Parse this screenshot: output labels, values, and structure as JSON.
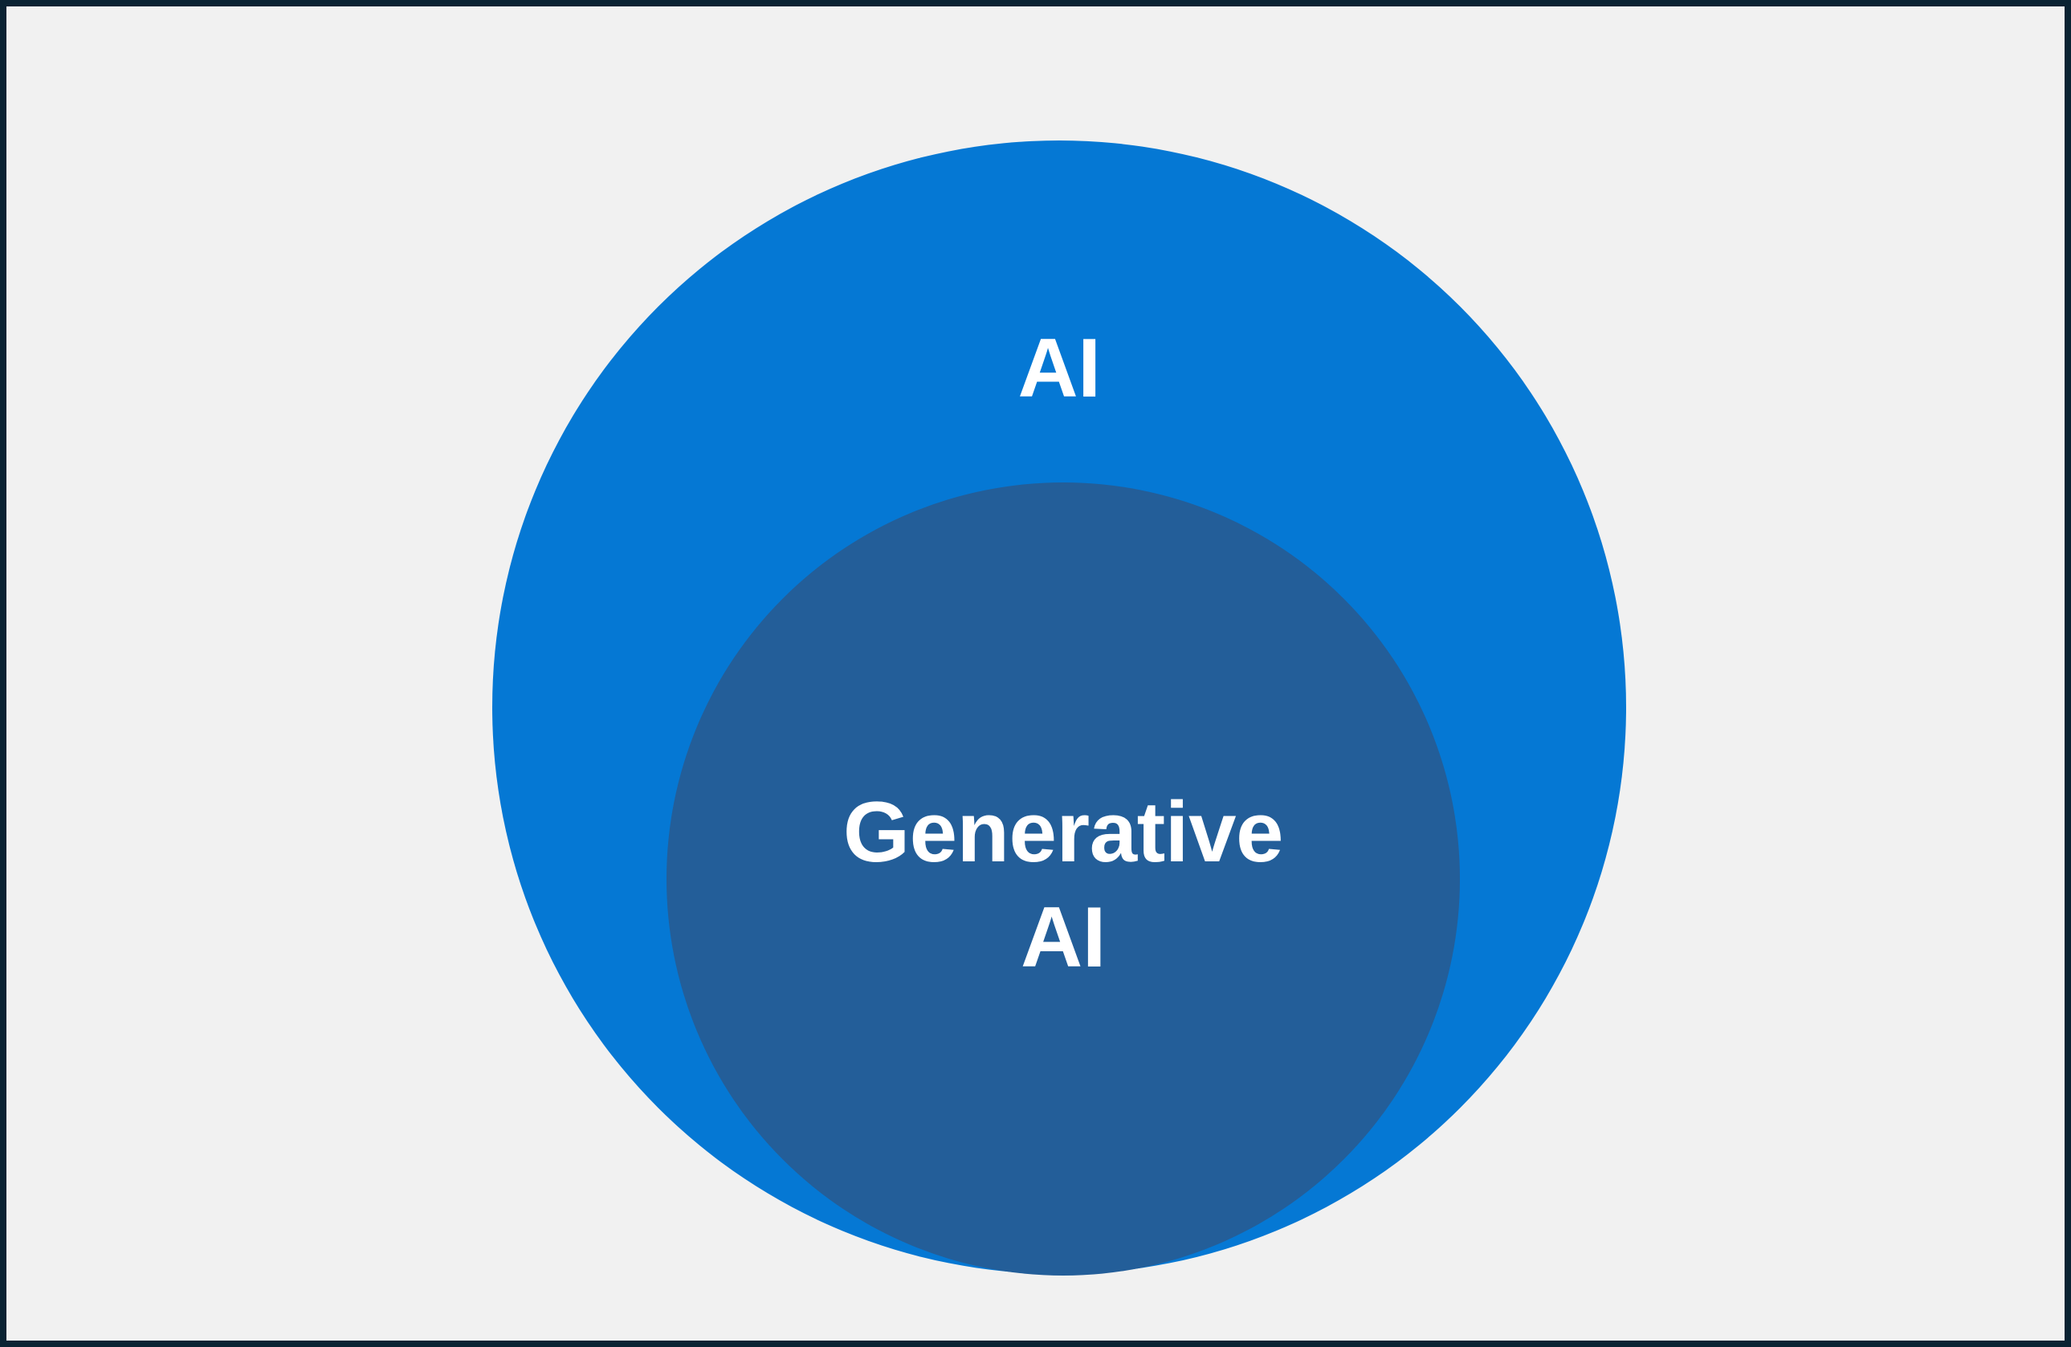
{
  "diagram": {
    "type": "nested-venn",
    "title": "",
    "background_color": "#f1f1f1",
    "border_color": "#0a2333",
    "sets": [
      {
        "id": "ai",
        "label": "AI",
        "role": "outer-superset",
        "fill_color": "#0578d4",
        "label_color": "#ffffff"
      },
      {
        "id": "generative-ai",
        "label": "Generative\nAI",
        "label_lines": [
          "Generative",
          "AI"
        ],
        "role": "inner-subset",
        "fill_color": "#235e99",
        "label_color": "#ffffff"
      }
    ],
    "relationship": "Generative AI is a subset of AI"
  }
}
